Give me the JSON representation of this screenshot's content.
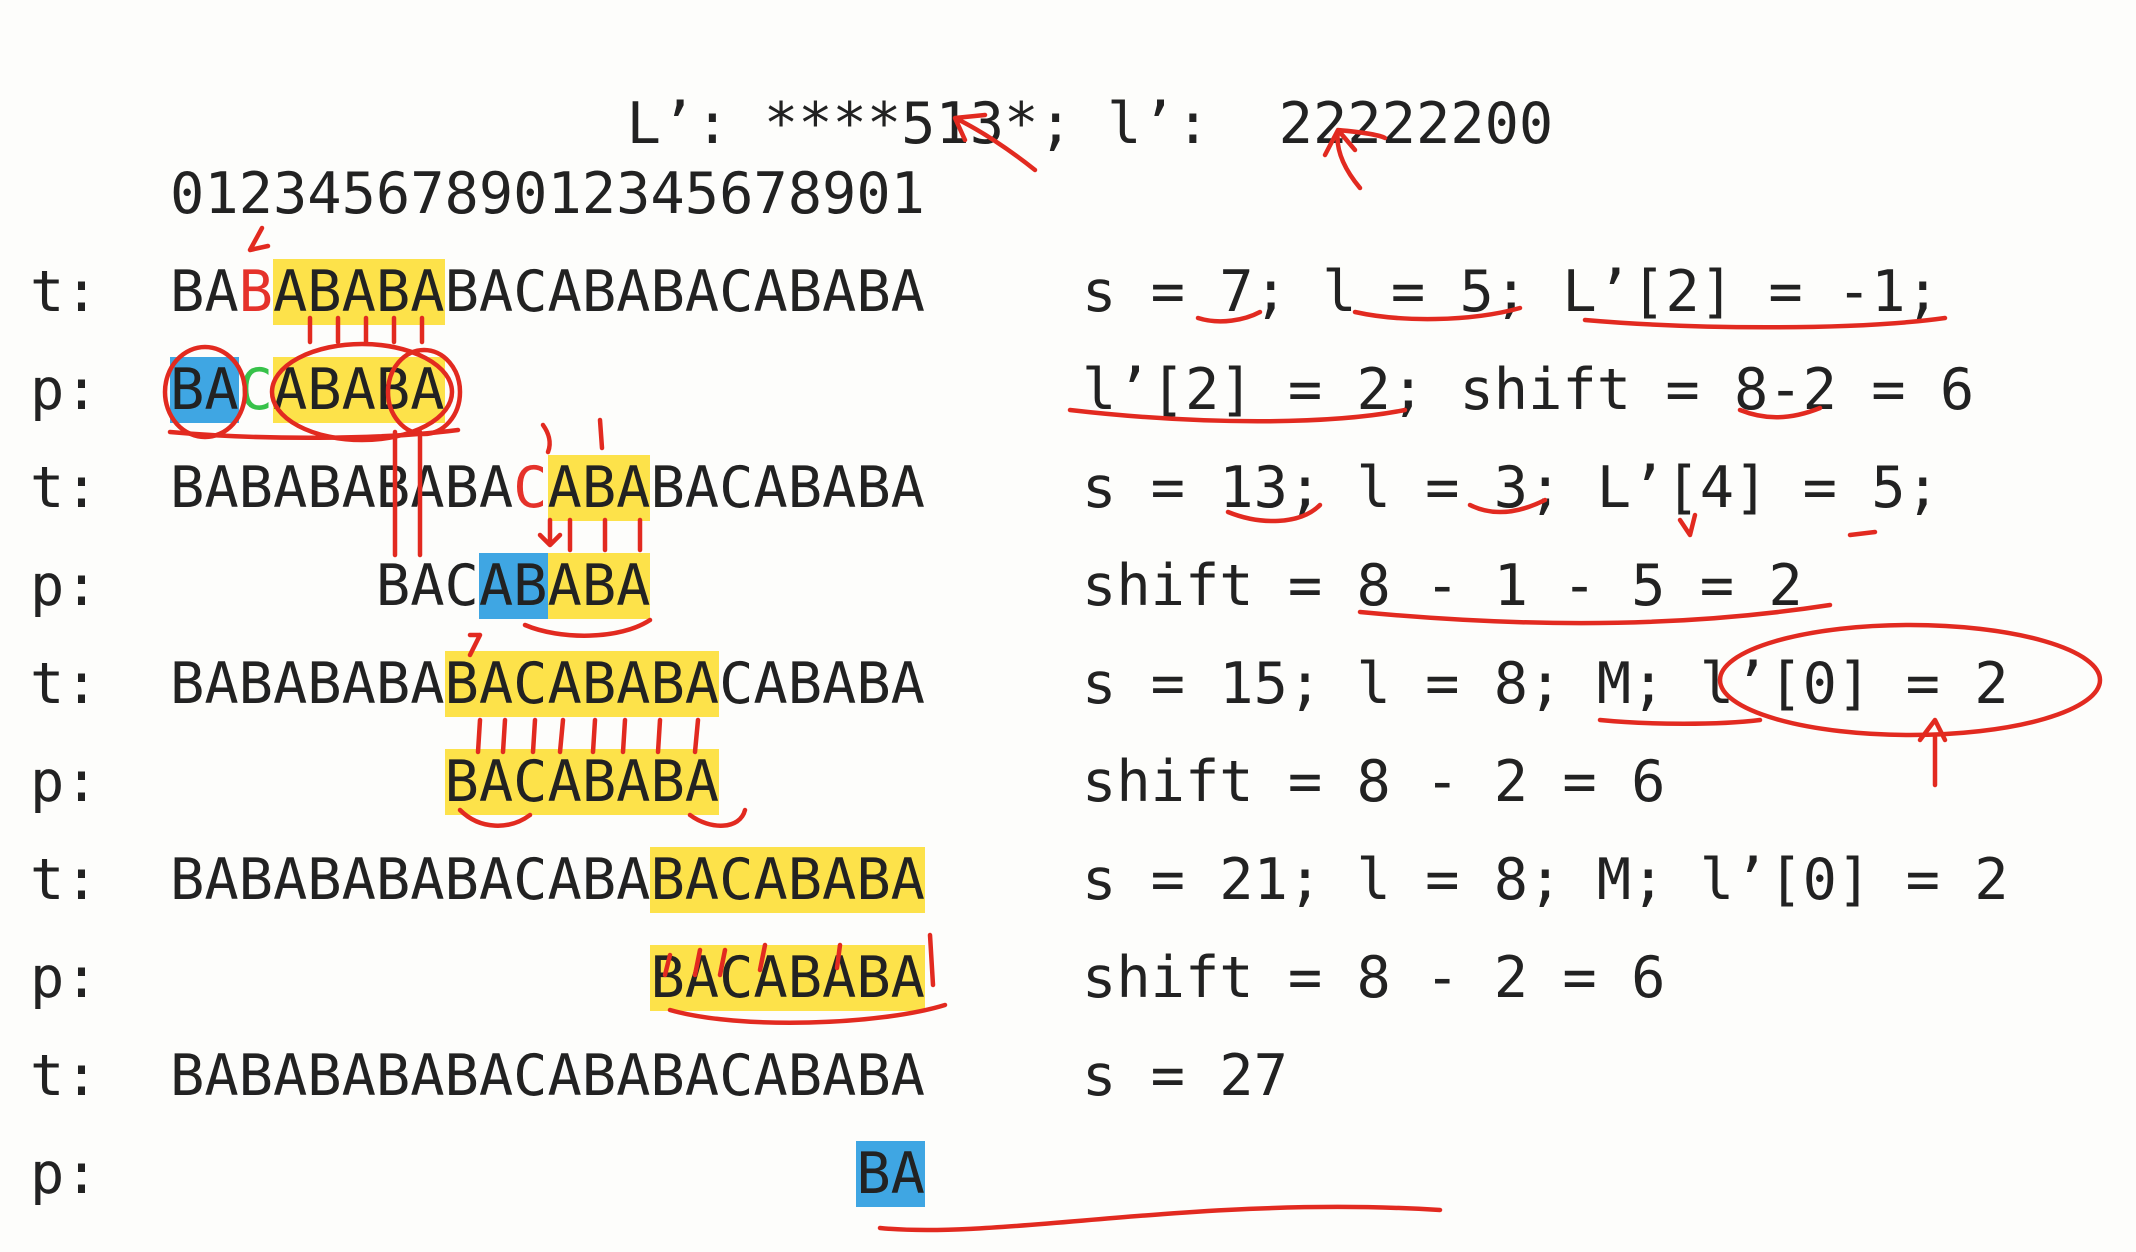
{
  "header": {
    "L_prime_label": "L’: ****513*; l’:",
    "l_prime_value": "22222200"
  },
  "index_row": "0123456789012345678901",
  "rows": [
    {
      "label": "t:",
      "segments": [
        {
          "text": "BA",
          "style": ""
        },
        {
          "text": "B",
          "style": "red"
        },
        {
          "text": "ABABA",
          "style": "hl-yellow"
        },
        {
          "text": "BACABABACABABA",
          "style": ""
        }
      ],
      "note": "s = 7; l = 5; L’[2] = -1;"
    },
    {
      "label": "p:",
      "segments": [
        {
          "text": "BA",
          "style": "hl-blue"
        },
        {
          "text": "C",
          "style": "green"
        },
        {
          "text": "ABABA",
          "style": "hl-yellow"
        }
      ],
      "note": "l’[2] = 2; shift = 8-2 = 6"
    },
    {
      "label": "t:",
      "segments": [
        {
          "text": "BABABABABA",
          "style": ""
        },
        {
          "text": "C",
          "style": "red"
        },
        {
          "text": "ABA",
          "style": "hl-yellow"
        },
        {
          "text": "BACABABA",
          "style": ""
        }
      ],
      "note": "s = 13; l = 3; L’[4] = 5;"
    },
    {
      "label": "p:",
      "segments": [
        {
          "text": "      BAC",
          "style": ""
        },
        {
          "text": "AB",
          "style": "hl-blue"
        },
        {
          "text": "ABA",
          "style": "hl-yellow"
        }
      ],
      "note": "shift = 8 - 1 - 5 = 2"
    },
    {
      "label": "t:",
      "segments": [
        {
          "text": "BABABABA",
          "style": ""
        },
        {
          "text": "BACABABA",
          "style": "hl-yellow"
        },
        {
          "text": "CABABA",
          "style": ""
        }
      ],
      "note": "s = 15; l = 8; M; l’[0] = 2"
    },
    {
      "label": "p:",
      "segments": [
        {
          "text": "        ",
          "style": ""
        },
        {
          "text": "BACABABA",
          "style": "hl-yellow"
        }
      ],
      "note": "shift = 8 - 2 = 6"
    },
    {
      "label": "t:",
      "segments": [
        {
          "text": "BABABABABACABA",
          "style": ""
        },
        {
          "text": "BACABABA",
          "style": "hl-yellow"
        }
      ],
      "note": "s = 21; l = 8; M; l’[0] = 2"
    },
    {
      "label": "p:",
      "segments": [
        {
          "text": "              ",
          "style": ""
        },
        {
          "text": "BACABABA",
          "style": "hl-yellow"
        }
      ],
      "note": "shift = 8 - 2 = 6"
    },
    {
      "label": "t:",
      "segments": [
        {
          "text": "BABABABABACABABACABABA",
          "style": ""
        }
      ],
      "note": "s = 27"
    },
    {
      "label": "p:",
      "segments": [
        {
          "text": "                    ",
          "style": ""
        },
        {
          "text": "BA",
          "style": "hl-blue"
        }
      ],
      "note": ""
    }
  ],
  "colors": {
    "highlight_yellow": "#fde24a",
    "highlight_blue": "#3fa6e3",
    "annotation_red": "#e22a20",
    "mismatch_green": "#37c24a"
  }
}
